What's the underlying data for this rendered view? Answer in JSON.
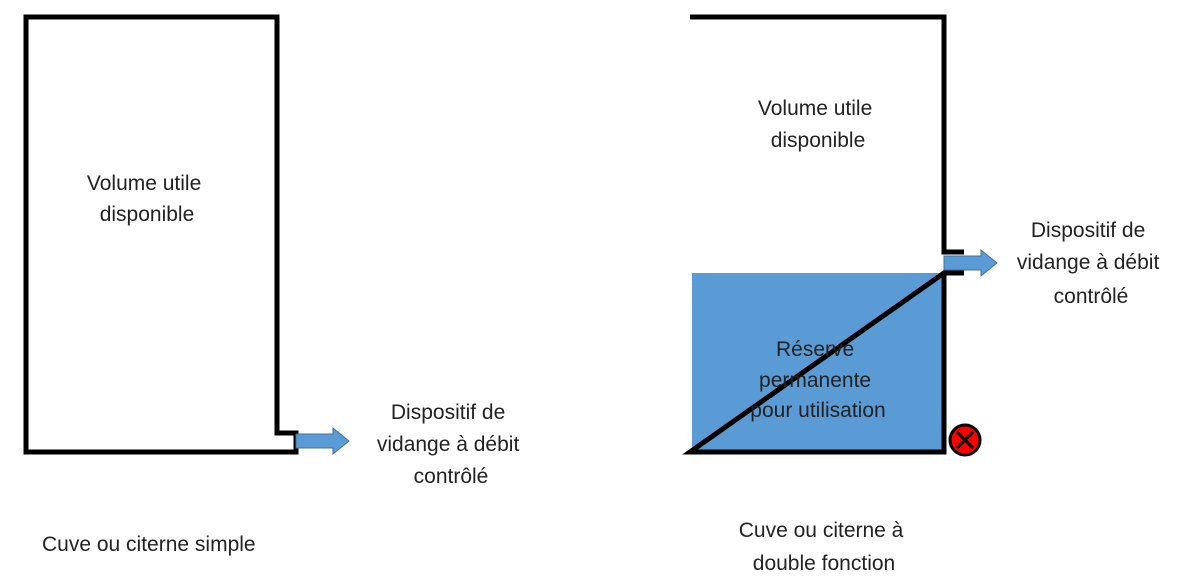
{
  "simple_tank": {
    "volume_label": [
      "Volume utile",
      "disponible"
    ],
    "outlet_label": [
      "Dispositif de",
      "vidange à débit",
      "contrôlé"
    ],
    "caption": [
      "Cuve ou citerne simple"
    ]
  },
  "double_tank": {
    "volume_label": [
      "Volume utile",
      "disponible"
    ],
    "reserve_label": [
      "Réserve",
      "permanente",
      "pour utilisation"
    ],
    "outlet_label": [
      "Dispositif de",
      "vidange à débit",
      "contrôlé"
    ],
    "caption": [
      "Cuve ou citerne à",
      "double fonction"
    ],
    "closed_valve_icon": "closed-valve-icon"
  },
  "colors": {
    "water": "#5b9bd5",
    "arrow": "#5b9bd5",
    "arrow_stroke": "#41719c",
    "valve_fill": "#ff0000",
    "tank_stroke": "#000000"
  }
}
